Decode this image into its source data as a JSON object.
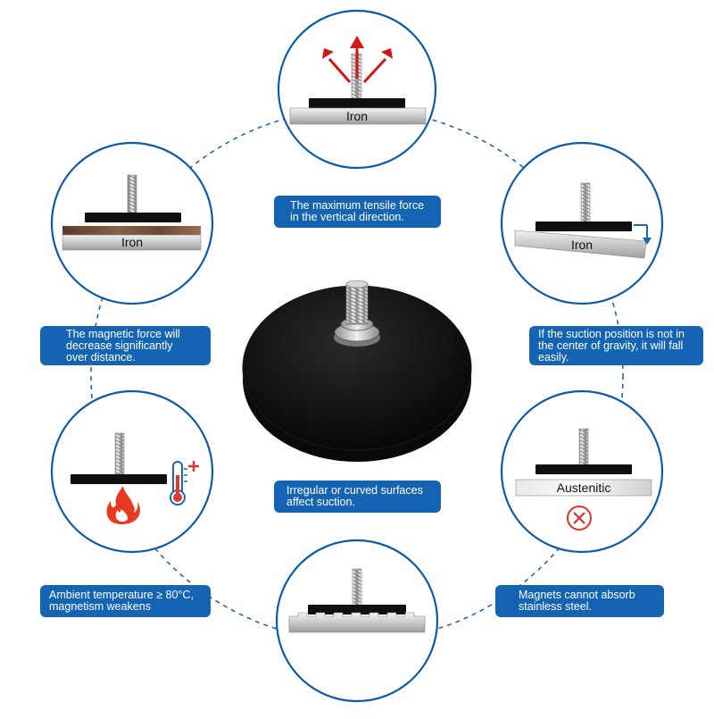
{
  "surfaces": {
    "top": "Iron",
    "left": "Iron",
    "right": "Iron",
    "lower_right": "Austenitic"
  },
  "captions": {
    "vertical_force": [
      "The maximum tensile force",
      "in the vertical direction."
    ],
    "distance": [
      "The magnetic force will",
      "decrease significantly",
      "over distance."
    ],
    "gravity_center": [
      "If the suction position is not in",
      "the center of gravity, it will fall",
      "easily."
    ],
    "irregular_surface": [
      "Irregular or curved surfaces",
      "affect suction."
    ],
    "temperature": [
      "Ambient temperature ≥ 80°C,",
      "magnetism weakens"
    ],
    "stainless": [
      "Magnets cannot absorb",
      "stainless steel."
    ]
  },
  "icons": {
    "arrows": "arrow-up-icon",
    "thermometer": "thermometer-icon",
    "flame": "flame-icon",
    "forbidden": "forbidden-icon"
  },
  "colors": {
    "brand_blue": "#1564b4",
    "arrow_red": "#d01818",
    "flame_red": "#e83a1e",
    "forbidden_red": "#e0312a"
  }
}
